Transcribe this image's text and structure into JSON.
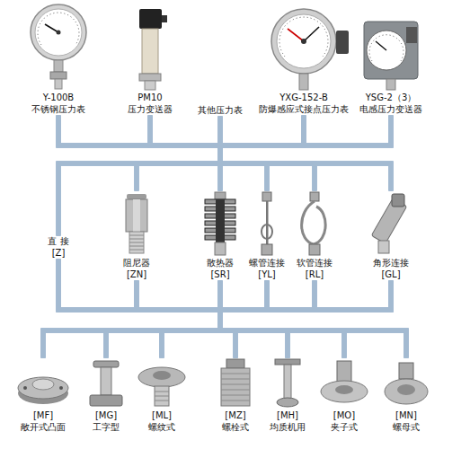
{
  "diagram": {
    "nodes": [
      {
        "text": [
          "Y-100B",
          "不锈钢压力表"
        ]
      },
      {
        "text": [
          "PM10",
          "压力变送器"
        ]
      },
      {
        "text": [
          "其他压力表"
        ]
      },
      {
        "text": [
          "YXG-152-B",
          "防爆感应式接点压力表"
        ]
      },
      {
        "text": [
          "YSG-2（3）",
          "电感压力变送器"
        ]
      },
      {
        "text": [
          "直 接",
          "[Z]"
        ]
      },
      {
        "text": [
          "阻尼器",
          "[ZN]"
        ]
      },
      {
        "text": [
          "散热器",
          "[SR]"
        ]
      },
      {
        "text": [
          "螺管连接",
          "[YL]"
        ]
      },
      {
        "text": [
          "软管连接",
          "[RL]"
        ]
      },
      {
        "text": [
          "角形连接",
          "[GL]"
        ]
      },
      {
        "text": [
          "[MF]",
          "敞开式凸面"
        ]
      },
      {
        "text": [
          "[MG]",
          "工字型"
        ]
      },
      {
        "text": [
          "[ML]",
          "螺纹式"
        ]
      },
      {
        "text": [
          "[MZ]",
          "螺栓式"
        ]
      },
      {
        "text": [
          "[MH]",
          "均质机用"
        ]
      },
      {
        "text": [
          "[MO]",
          "夹子式"
        ]
      },
      {
        "text": [
          "[MN]",
          "螺母式"
        ]
      }
    ],
    "edges": [
      {
        "from": 0,
        "to": 5,
        "arrow": "none"
      },
      {
        "from": 0,
        "to": 6,
        "arrow": "none"
      },
      {
        "from": 0,
        "to": 7,
        "arrow": "none"
      },
      {
        "from": 0,
        "to": 8,
        "arrow": "none"
      },
      {
        "from": 0,
        "to": 9,
        "arrow": "none"
      },
      {
        "from": 0,
        "to": 10,
        "arrow": "none"
      },
      {
        "from": 1,
        "to": 5,
        "arrow": "none"
      },
      {
        "from": 1,
        "to": 6,
        "arrow": "none"
      },
      {
        "from": 1,
        "to": 7,
        "arrow": "none"
      },
      {
        "from": 1,
        "to": 8,
        "arrow": "none"
      },
      {
        "from": 1,
        "to": 9,
        "arrow": "none"
      },
      {
        "from": 1,
        "to": 10,
        "arrow": "none"
      },
      {
        "from": 2,
        "to": 5,
        "arrow": "none"
      },
      {
        "from": 2,
        "to": 6,
        "arrow": "none"
      },
      {
        "from": 2,
        "to": 7,
        "arrow": "none"
      },
      {
        "from": 2,
        "to": 8,
        "arrow": "none"
      },
      {
        "from": 2,
        "to": 9,
        "arrow": "none"
      },
      {
        "from": 2,
        "to": 10,
        "arrow": "none"
      },
      {
        "from": 3,
        "to": 5,
        "arrow": "none"
      },
      {
        "from": 3,
        "to": 6,
        "arrow": "none"
      },
      {
        "from": 3,
        "to": 7,
        "arrow": "none"
      },
      {
        "from": 3,
        "to": 8,
        "arrow": "none"
      },
      {
        "from": 3,
        "to": 9,
        "arrow": "none"
      },
      {
        "from": 3,
        "to": 10,
        "arrow": "none"
      },
      {
        "from": 4,
        "to": 5,
        "arrow": "none"
      },
      {
        "from": 4,
        "to": 6,
        "arrow": "none"
      },
      {
        "from": 4,
        "to": 7,
        "arrow": "none"
      },
      {
        "from": 4,
        "to": 8,
        "arrow": "none"
      },
      {
        "from": 4,
        "to": 9,
        "arrow": "none"
      },
      {
        "from": 4,
        "to": 10,
        "arrow": "none"
      },
      {
        "from": 5,
        "to": 11,
        "arrow": "none"
      },
      {
        "from": 5,
        "to": 12,
        "arrow": "none"
      },
      {
        "from": 5,
        "to": 13,
        "arrow": "none"
      },
      {
        "from": 5,
        "to": 14,
        "arrow": "none"
      },
      {
        "from": 5,
        "to": 15,
        "arrow": "none"
      },
      {
        "from": 5,
        "to": 16,
        "arrow": "none"
      },
      {
        "from": 5,
        "to": 17,
        "arrow": "none"
      },
      {
        "from": 6,
        "to": 11,
        "arrow": "none"
      },
      {
        "from": 6,
        "to": 12,
        "arrow": "none"
      },
      {
        "from": 6,
        "to": 13,
        "arrow": "none"
      },
      {
        "from": 6,
        "to": 14,
        "arrow": "none"
      },
      {
        "from": 6,
        "to": 15,
        "arrow": "none"
      },
      {
        "from": 6,
        "to": 16,
        "arrow": "none"
      },
      {
        "from": 6,
        "to": 17,
        "arrow": "none"
      },
      {
        "from": 7,
        "to": 11,
        "arrow": "none"
      },
      {
        "from": 7,
        "to": 12,
        "arrow": "none"
      },
      {
        "from": 7,
        "to": 13,
        "arrow": "none"
      },
      {
        "from": 7,
        "to": 14,
        "arrow": "none"
      },
      {
        "from": 7,
        "to": 15,
        "arrow": "none"
      },
      {
        "from": 7,
        "to": 16,
        "arrow": "none"
      },
      {
        "from": 7,
        "to": 17,
        "arrow": "none"
      },
      {
        "from": 8,
        "to": 11,
        "arrow": "none"
      },
      {
        "from": 8,
        "to": 12,
        "arrow": "none"
      },
      {
        "from": 8,
        "to": 13,
        "arrow": "none"
      },
      {
        "from": 8,
        "to": 14,
        "arrow": "none"
      },
      {
        "from": 8,
        "to": 15,
        "arrow": "none"
      },
      {
        "from": 8,
        "to": 16,
        "arrow": "none"
      },
      {
        "from": 8,
        "to": 17,
        "arrow": "none"
      },
      {
        "from": 9,
        "to": 11,
        "arrow": "none"
      },
      {
        "from": 9,
        "to": 12,
        "arrow": "none"
      },
      {
        "from": 9,
        "to": 13,
        "arrow": "none"
      },
      {
        "from": 9,
        "to": 14,
        "arrow": "none"
      },
      {
        "from": 9,
        "to": 15,
        "arrow": "none"
      },
      {
        "from": 9,
        "to": 16,
        "arrow": "none"
      },
      {
        "from": 9,
        "to": 17,
        "arrow": "none"
      },
      {
        "from": 10,
        "to": 11,
        "arrow": "none"
      },
      {
        "from": 10,
        "to": 12,
        "arrow": "none"
      },
      {
        "from": 10,
        "to": 13,
        "arrow": "none"
      },
      {
        "from": 10,
        "to": 14,
        "arrow": "none"
      },
      {
        "from": 10,
        "to": 15,
        "arrow": "none"
      },
      {
        "from": 10,
        "to": 16,
        "arrow": "none"
      },
      {
        "from": 10,
        "to": 17,
        "arrow": "none"
      }
    ]
  }
}
